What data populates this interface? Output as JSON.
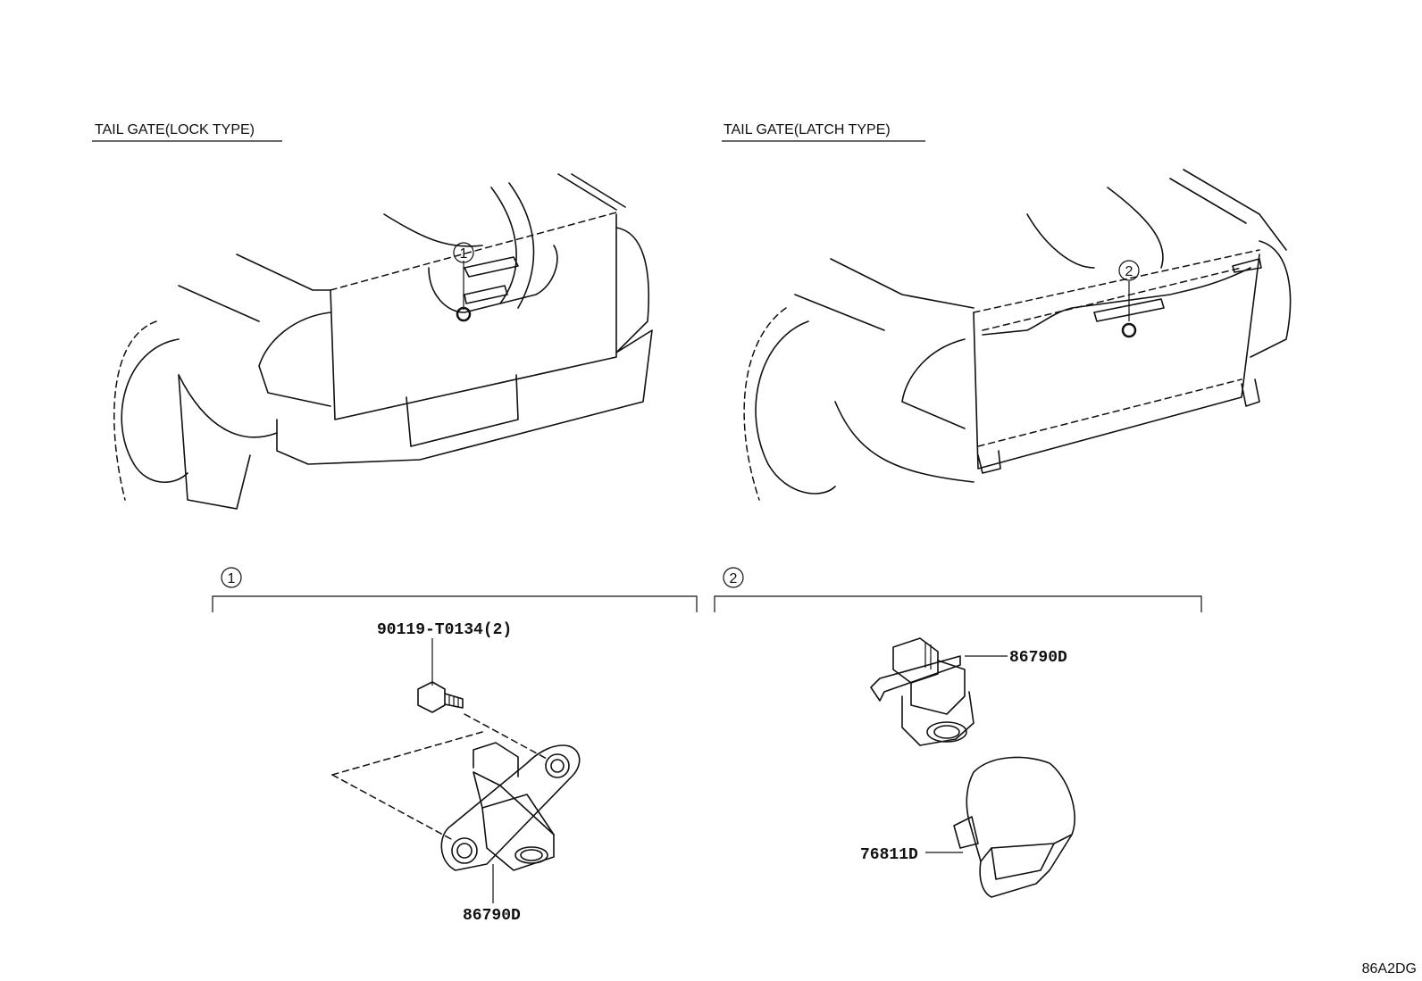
{
  "sections": {
    "left_title": "TAIL GATE(LOCK TYPE)",
    "right_title": "TAIL GATE(LATCH TYPE)"
  },
  "callouts": {
    "one": "1",
    "two": "2"
  },
  "parts": {
    "bolt": "90119-T0134(2)",
    "camera_lock": "86790D",
    "camera_latch": "86790D",
    "cover": "76811D"
  },
  "diagram_code": "86A2DG"
}
